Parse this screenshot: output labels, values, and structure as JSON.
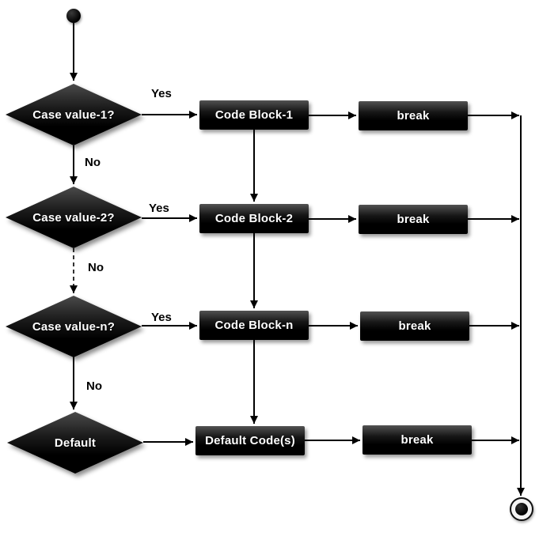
{
  "flowchart": {
    "decisions": [
      {
        "label": "Case value-1?"
      },
      {
        "label": "Case value-2?"
      },
      {
        "label": "Case value-n?"
      },
      {
        "label": "Default"
      }
    ],
    "processes": [
      {
        "label": "Code Block-1"
      },
      {
        "label": "Code Block-2"
      },
      {
        "label": "Code Block-n"
      },
      {
        "label": "Default Code(s)"
      }
    ],
    "breaks": [
      {
        "label": "break"
      },
      {
        "label": "break"
      },
      {
        "label": "break"
      },
      {
        "label": "break"
      }
    ],
    "edges": {
      "yes_labels": [
        "Yes",
        "Yes",
        "Yes"
      ],
      "no_labels": [
        "No",
        "No",
        "No"
      ]
    },
    "colors": {
      "node_fill": "#000000",
      "node_highlight": "#4a4a4a",
      "node_text": "#ffffff",
      "connector": "#000000",
      "background": "#ffffff"
    }
  }
}
